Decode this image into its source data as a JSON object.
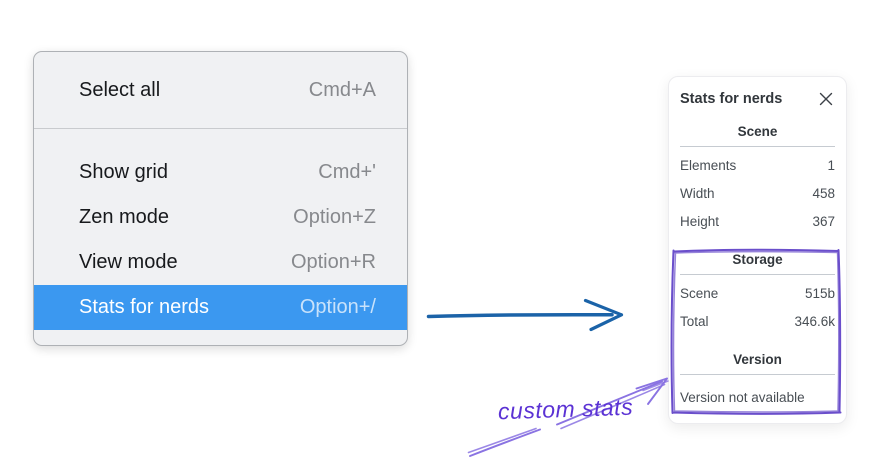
{
  "colors": {
    "menu_bg": "#f0f1f3",
    "menu_border": "#aeb1b5",
    "menu_text": "#17191c",
    "menu_shortcut": "#87898d",
    "menu_highlight": "#3b98f0",
    "menu_highlight_text": "#ffffff",
    "panel_text": "#484e54",
    "panel_heading": "#32373c",
    "panel_divider": "#c6cbd1",
    "blue_arrow": "#1b63a8",
    "annotation_text": "#5b32d4",
    "annotation_arrow": "#8a73e2",
    "annotation_box": "#6a4ecb"
  },
  "menu": {
    "items": [
      {
        "label": "Select all",
        "shortcut": "Cmd+A",
        "selected": false
      },
      {
        "label": "Show grid",
        "shortcut": "Cmd+'",
        "selected": false
      },
      {
        "label": "Zen mode",
        "shortcut": "Option+Z",
        "selected": false
      },
      {
        "label": "View mode",
        "shortcut": "Option+R",
        "selected": false
      },
      {
        "label": "Stats for nerds",
        "shortcut": "Option+/",
        "selected": true
      }
    ]
  },
  "panel": {
    "title": "Stats for nerds",
    "sections": [
      {
        "header": "Scene",
        "rows": [
          {
            "label": "Elements",
            "value": "1"
          },
          {
            "label": "Width",
            "value": "458"
          },
          {
            "label": "Height",
            "value": "367"
          }
        ]
      },
      {
        "header": "Storage",
        "rows": [
          {
            "label": "Scene",
            "value": "515b"
          },
          {
            "label": "Total",
            "value": "346.6k"
          }
        ]
      },
      {
        "header": "Version",
        "note": "Version not available"
      }
    ]
  },
  "annotation": {
    "label": "custom stats"
  }
}
